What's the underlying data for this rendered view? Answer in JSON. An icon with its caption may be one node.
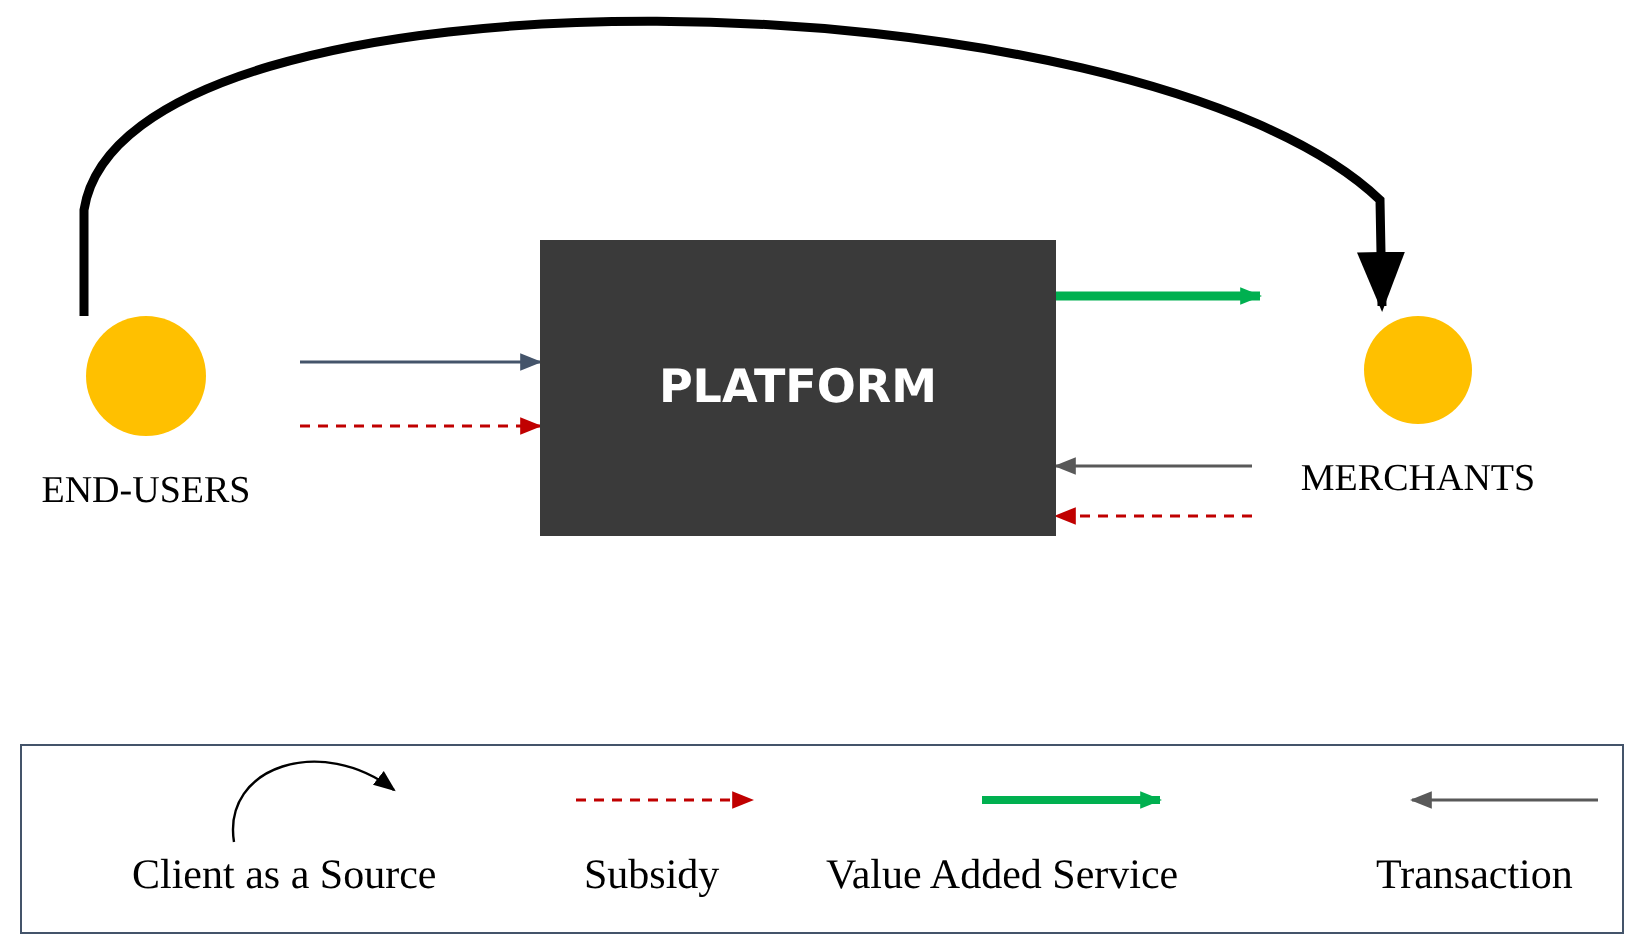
{
  "diagram": {
    "nodes": [
      {
        "text": [
          "END-USERS"
        ]
      },
      {
        "text": [
          "PLATFORM"
        ]
      },
      {
        "text": [
          "MERCHANTS"
        ]
      }
    ],
    "edges": [
      {
        "from": 0,
        "to": 2,
        "arrow": "to",
        "style": "thick",
        "color": "#000000"
      },
      {
        "from": 0,
        "to": 1,
        "arrow": "to",
        "color": "#44546a"
      },
      {
        "from": 0,
        "to": 1,
        "arrow": "to",
        "style": "dashed",
        "color": "#c00000"
      },
      {
        "from": 1,
        "to": 2,
        "arrow": "to",
        "style": "thick",
        "color": "#00b050"
      },
      {
        "from": 2,
        "to": 1,
        "arrow": "to",
        "color": "#595959"
      },
      {
        "from": 2,
        "to": 1,
        "arrow": "to",
        "style": "dashed",
        "color": "#c00000"
      }
    ],
    "legend": [
      {
        "text": "Client as a Source"
      },
      {
        "text": "Subsidy"
      },
      {
        "text": "Value Added Service"
      },
      {
        "text": "Transaction"
      }
    ]
  }
}
